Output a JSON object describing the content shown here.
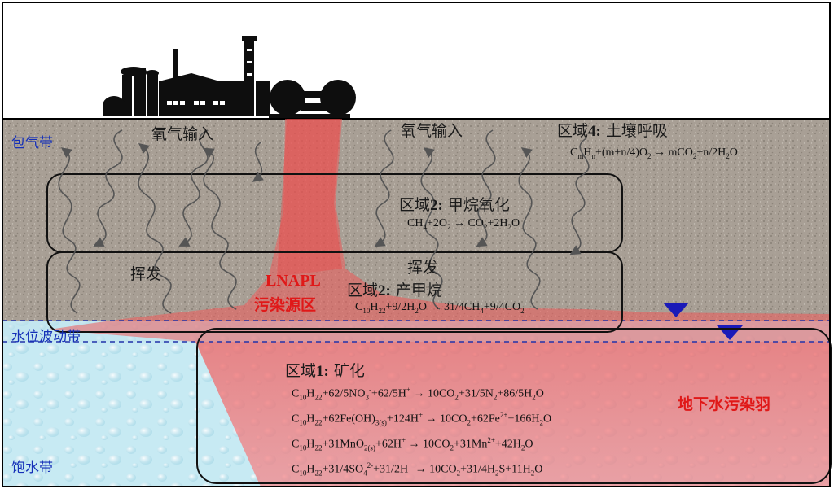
{
  "labels": {
    "vadose_zone": "包气带",
    "fluctuation_zone": "水位波动带",
    "saturated_zone": "饱水带",
    "oxygen_input_1": "氧气输入",
    "oxygen_input_2": "氧气输入",
    "volatilize_1": "挥发",
    "volatilize_2": "挥发",
    "lnapl_line1": "LNAPL",
    "lnapl_line2": "污染源区",
    "plume": "地下水污染羽"
  },
  "zones": {
    "zone4": {
      "prefix": "区域",
      "num": "4",
      "sep": ":",
      "name": "土壤呼吸"
    },
    "zone2a": {
      "prefix": "区域",
      "num": "2",
      "sep": ":",
      "name": "甲烷氧化"
    },
    "zone2b": {
      "prefix": "区域",
      "num": "2",
      "sep": ":",
      "name": "产甲烷"
    },
    "zone1": {
      "prefix": "区域",
      "num": "1",
      "sep": ":",
      "name": "矿化"
    }
  },
  "equations": {
    "zone4": "C<sub>m</sub>H<sub>n</sub>+(m+n/4)O<sub>2</sub> → mCO<sub>2</sub>+n/2H<sub>2</sub>O",
    "zone2a": "CH<sub>4</sub>+2O<sub>2</sub> → CO<sub>2</sub>+2H<sub>2</sub>O",
    "zone2b": "C<sub>10</sub>H<sub>22</sub>+9/2H<sub>2</sub>O → 31/4CH<sub>4</sub>+9/4CO<sub>2</sub>",
    "zone1": [
      "C<sub>10</sub>H<sub>22</sub>+62/5NO<sub>3</sub><sup>-</sup>+62/5H<sup>+</sup> → 10CO<sub>2</sub>+31/5N<sub>2</sub>+86/5H<sub>2</sub>O",
      "C<sub>10</sub>H<sub>22</sub>+62Fe(OH)<sub>3(s)</sub>+124H<sup>+</sup> → 10CO<sub>2</sub>+62Fe<sup>2+</sup>+166H<sub>2</sub>O",
      "C<sub>10</sub>H<sub>22</sub>+31MnO<sub>2(s)</sub>+62H<sup>+</sup> → 10CO<sub>2</sub>+31Mn<sup>2+</sup>+42H<sub>2</sub>O",
      "C<sub>10</sub>H<sub>22</sub>+31/4SO<sub>4</sub><sup>2-</sup>+31/2H<sup>+</sup> → 10CO<sub>2</sub>+31/4H<sub>2</sub>S+11H<sub>2</sub>O"
    ]
  },
  "colors": {
    "soil": "#a59c92",
    "water": "#c6e9f2",
    "contaminant": "#f05a5a",
    "water_table_marker": "#1a1ab8",
    "label_red": "#e01818",
    "label_blue": "#1530b8"
  },
  "icons": [
    "factory-icon",
    "water-table-marker-icon"
  ]
}
